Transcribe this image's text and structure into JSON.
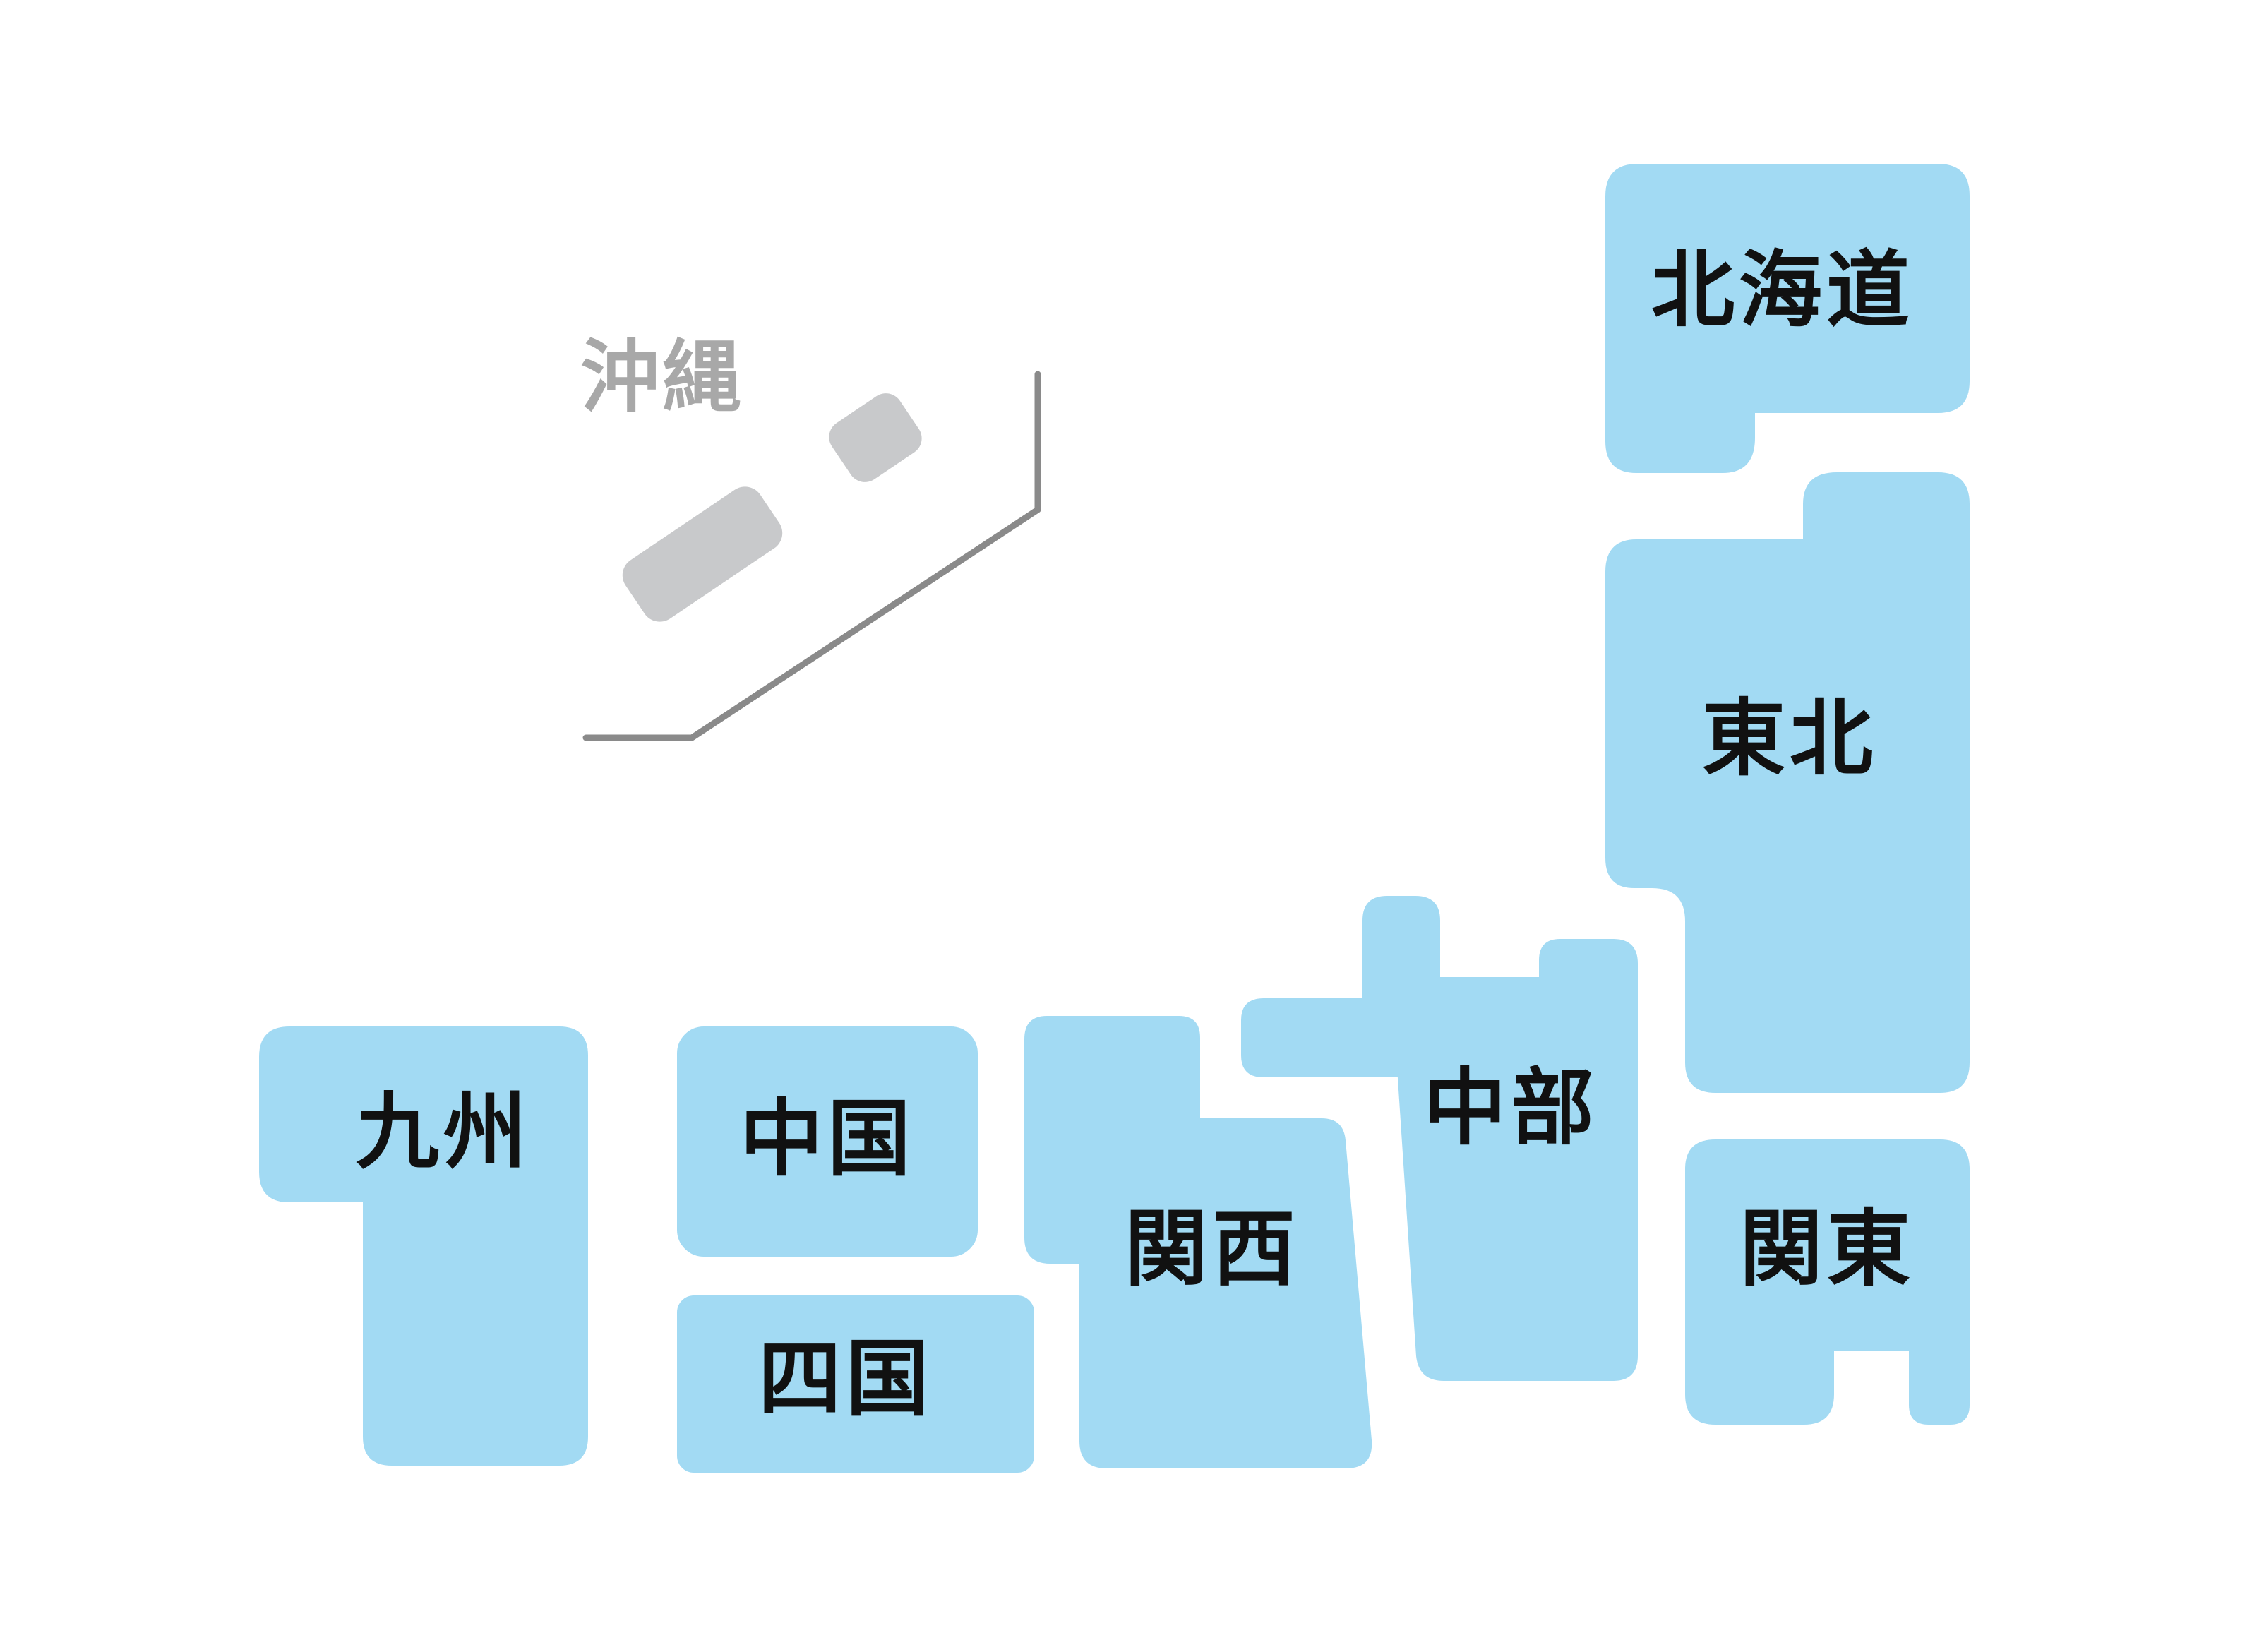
{
  "colors": {
    "region_fill": "#a2daf3",
    "okinawa_fill": "#c8c9cb",
    "okinawa_label": "#a8a8a8",
    "inset_line": "#8a8a8a",
    "label_text": "#111111",
    "background": "#ffffff"
  },
  "regions": {
    "hokkaido": "北海道",
    "tohoku": "東北",
    "kanto": "関東",
    "chubu": "中部",
    "kansai": "関西",
    "chugoku": "中国",
    "shikoku": "四国",
    "kyushu": "九州",
    "okinawa": "沖縄"
  }
}
